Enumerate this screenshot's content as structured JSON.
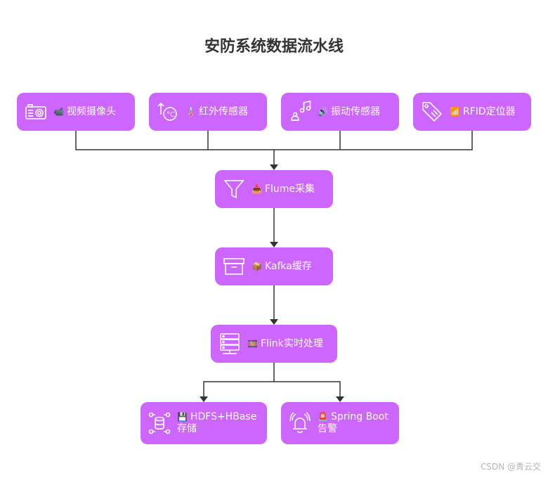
{
  "title": "安防系统数据流水线",
  "colors": {
    "node_fill": "#cc66ff",
    "edge": "#333333",
    "text": "#ffffff"
  },
  "nodes": {
    "camera": {
      "emoji": "📹",
      "label": "视频摄像头",
      "icon": "camera-icon"
    },
    "infrared": {
      "emoji": "🌡️",
      "label": "红外传感器",
      "icon": "thermometer-icon"
    },
    "vibration": {
      "emoji": "🔊",
      "label": "振动传感器",
      "icon": "music-notes-icon"
    },
    "rfid": {
      "emoji": "📶",
      "label": "RFID定位器",
      "icon": "tag-icon"
    },
    "flume": {
      "emoji": "📥",
      "label": "Flume采集",
      "icon": "funnel-icon"
    },
    "kafka": {
      "emoji": "📦",
      "label": "Kafka缓存",
      "icon": "archive-box-icon"
    },
    "flink": {
      "emoji": "🎞️",
      "label": "Flink实时处理",
      "icon": "server-icon"
    },
    "hdfs": {
      "emoji": "💾",
      "label": "HDFS+HBase\n存储",
      "icon": "database-icon"
    },
    "spring": {
      "emoji": "🚨",
      "label": "Spring Boot\n告警",
      "icon": "alarm-bell-icon"
    }
  },
  "watermark": "CSDN @青云交"
}
